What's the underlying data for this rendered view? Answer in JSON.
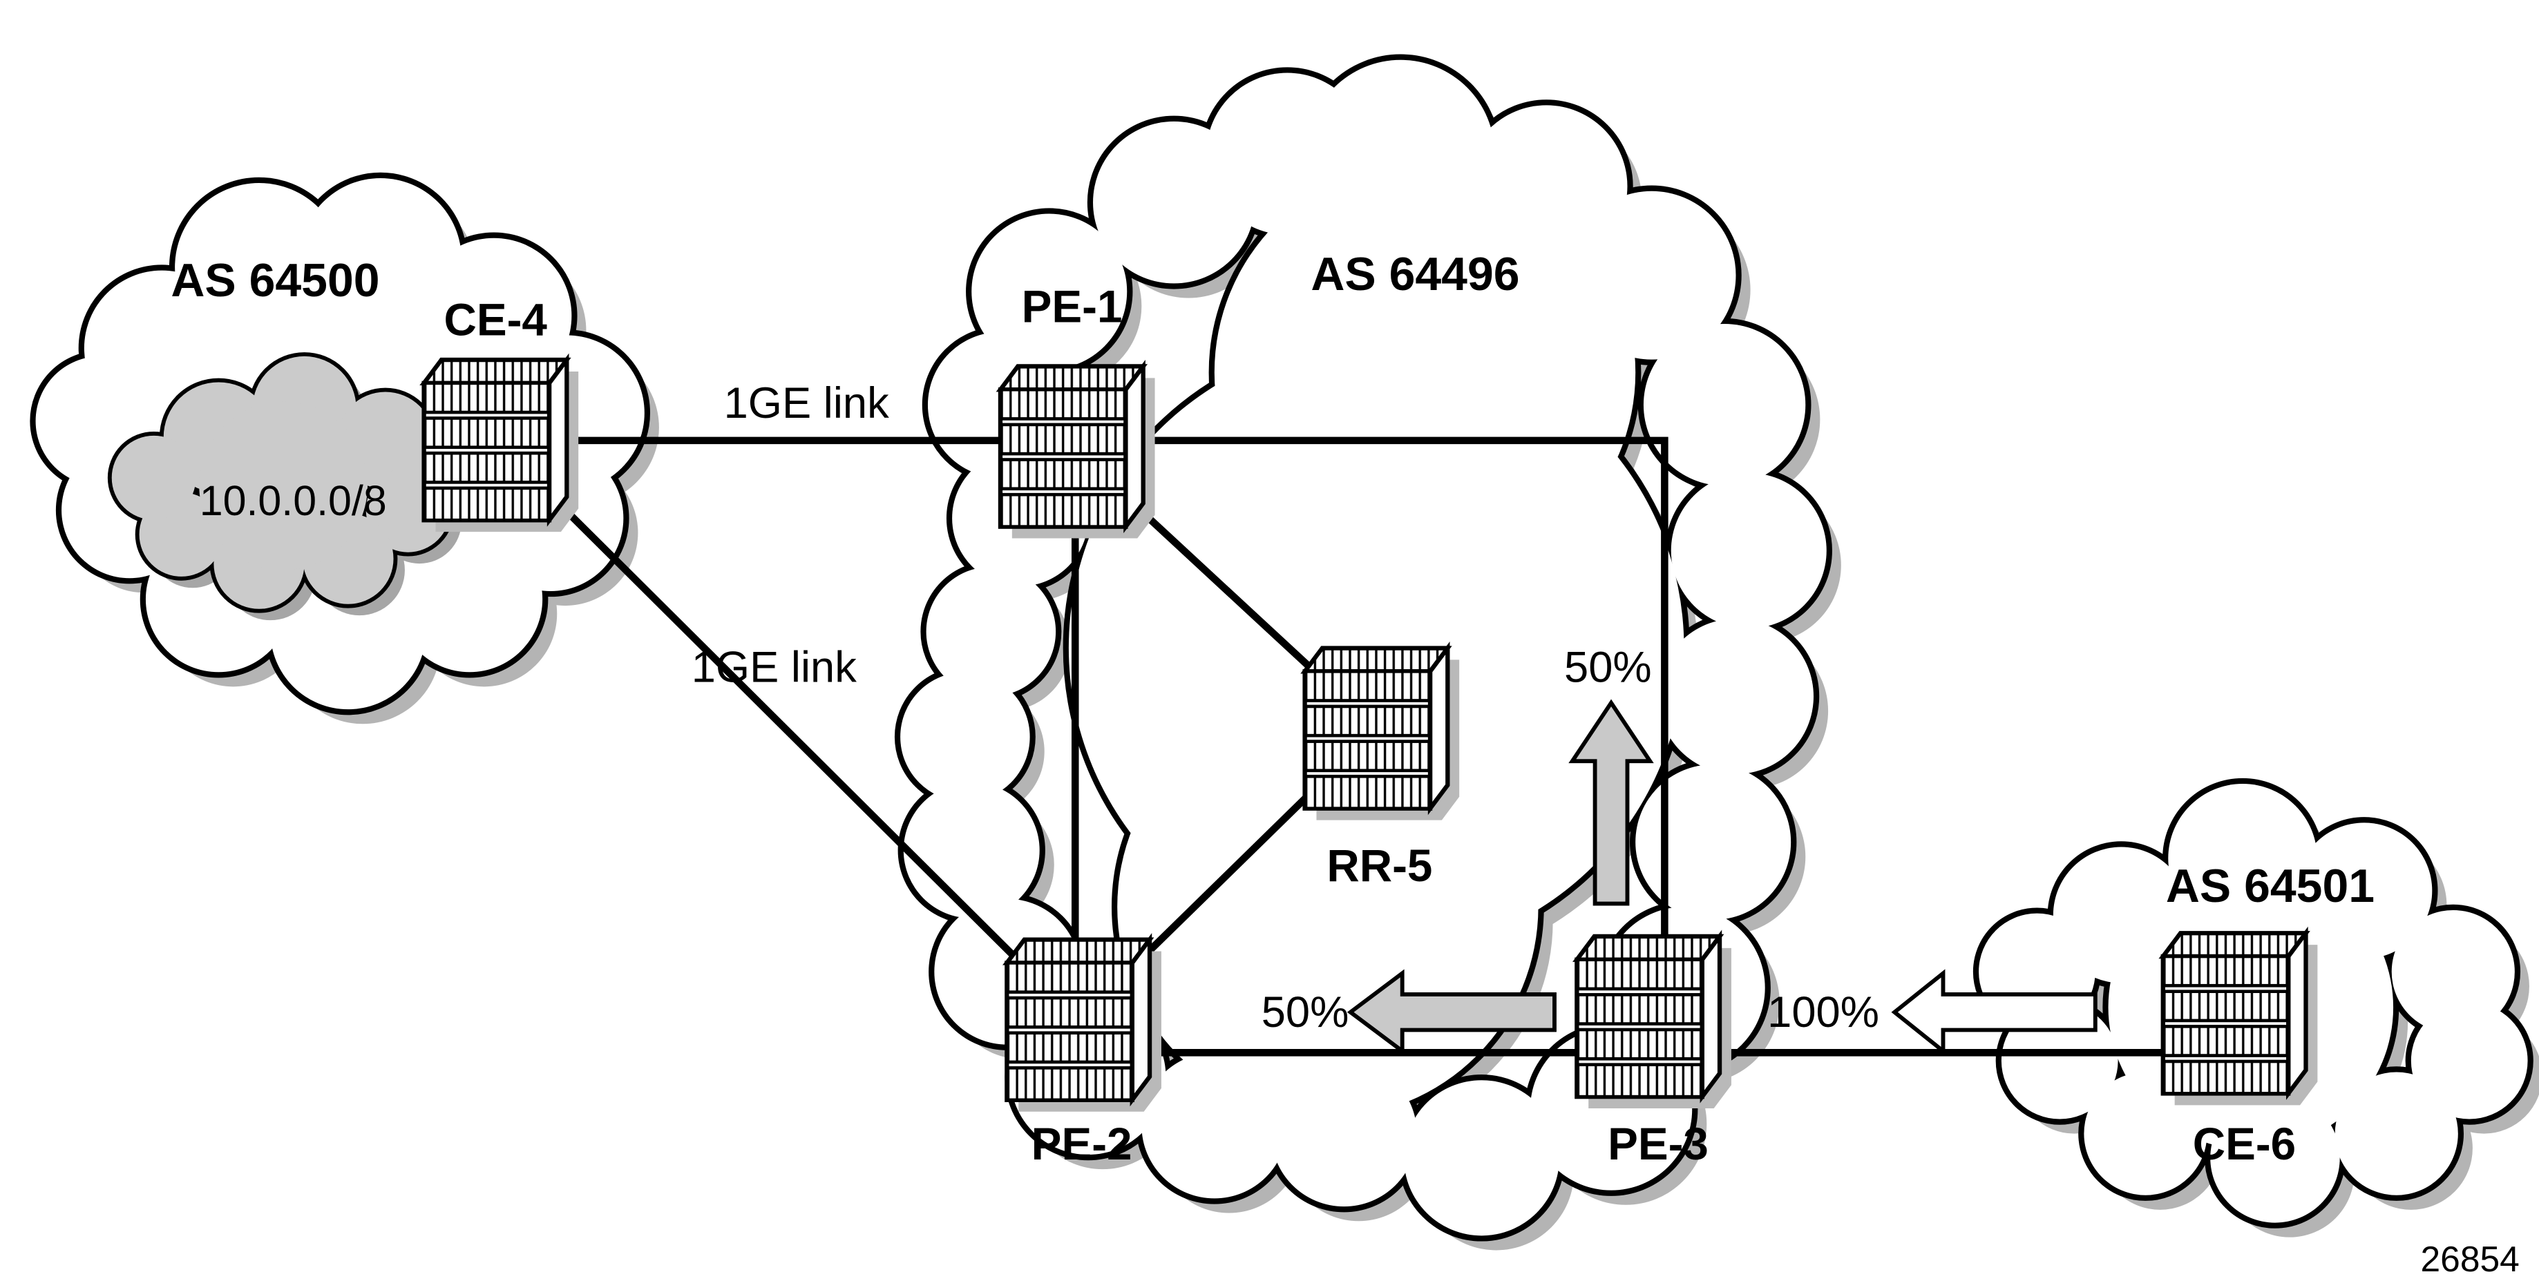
{
  "diagram": {
    "figure_number": "26854",
    "clouds": {
      "as64500": {
        "label": "AS 64500"
      },
      "as64496": {
        "label": "AS 64496"
      },
      "as64501": {
        "label": "AS 64501"
      },
      "subnet": {
        "label": "10.0.0.0/8"
      }
    },
    "routers": {
      "ce4": {
        "label": "CE-4"
      },
      "pe1": {
        "label": "PE-1"
      },
      "rr5": {
        "label": "RR-5"
      },
      "pe2": {
        "label": "PE-2"
      },
      "pe3": {
        "label": "PE-3"
      },
      "ce6": {
        "label": "CE-6"
      }
    },
    "links": {
      "ce4_pe1": {
        "label": "1GE link"
      },
      "ce4_pe2": {
        "label": "1GE link"
      }
    },
    "traffic": {
      "pe3_up": {
        "label": "50%",
        "direction": "up",
        "fill": "#c9c9c9"
      },
      "pe3_to_pe2": {
        "label": "50%",
        "direction": "left",
        "fill": "#c9c9c9"
      },
      "ce6_to_pe3": {
        "label": "100%",
        "direction": "left",
        "fill": "#ffffff"
      }
    },
    "colors": {
      "line": "#000000",
      "cloud_fill": "#ffffff",
      "cloud_shadow": "#b4b4b4",
      "subnet_fill": "#cbcbcb",
      "subnet_shadow": "#a6a6a6"
    }
  }
}
